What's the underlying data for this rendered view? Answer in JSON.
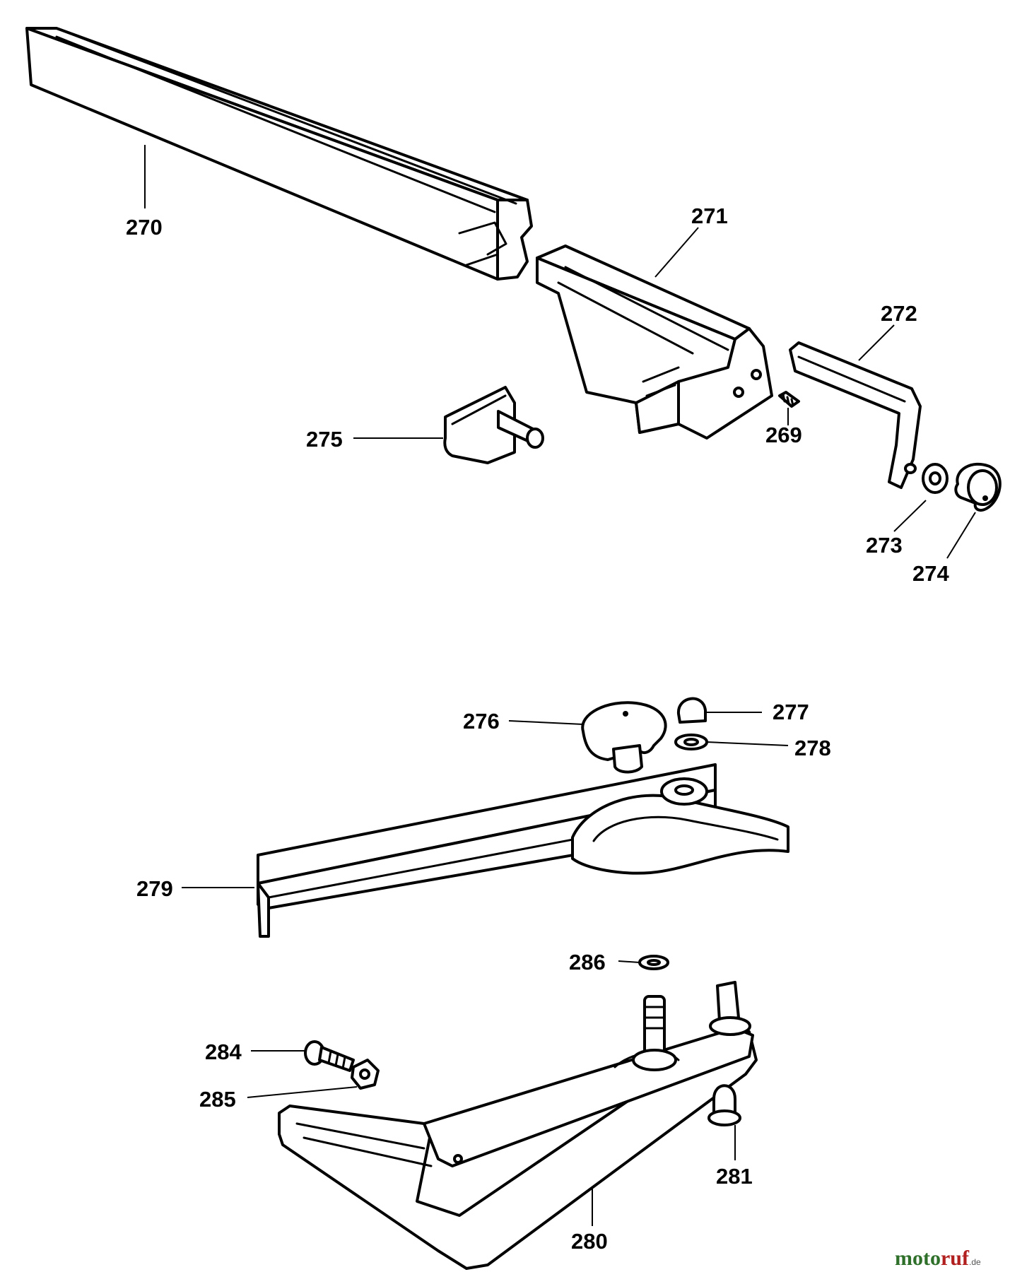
{
  "diagram": {
    "part_labels": [
      {
        "id": "270",
        "text": "270"
      },
      {
        "id": "271",
        "text": "271"
      },
      {
        "id": "272",
        "text": "272"
      },
      {
        "id": "273",
        "text": "273"
      },
      {
        "id": "274",
        "text": "274"
      },
      {
        "id": "275",
        "text": "275"
      },
      {
        "id": "269",
        "text": "269"
      },
      {
        "id": "276",
        "text": "276"
      },
      {
        "id": "277",
        "text": "277"
      },
      {
        "id": "278",
        "text": "278"
      },
      {
        "id": "279",
        "text": "279"
      },
      {
        "id": "286",
        "text": "286"
      },
      {
        "id": "284",
        "text": "284"
      },
      {
        "id": "285",
        "text": "285"
      },
      {
        "id": "281",
        "text": "281"
      },
      {
        "id": "280",
        "text": "280"
      }
    ]
  },
  "watermark": {
    "brand_prefix": "moto",
    "brand_suffix": "ruf",
    "tld": ".de",
    "colors": {
      "prefix": "#2e6f2a",
      "suffix": "#b21f1f",
      "tld": "#555555"
    }
  }
}
